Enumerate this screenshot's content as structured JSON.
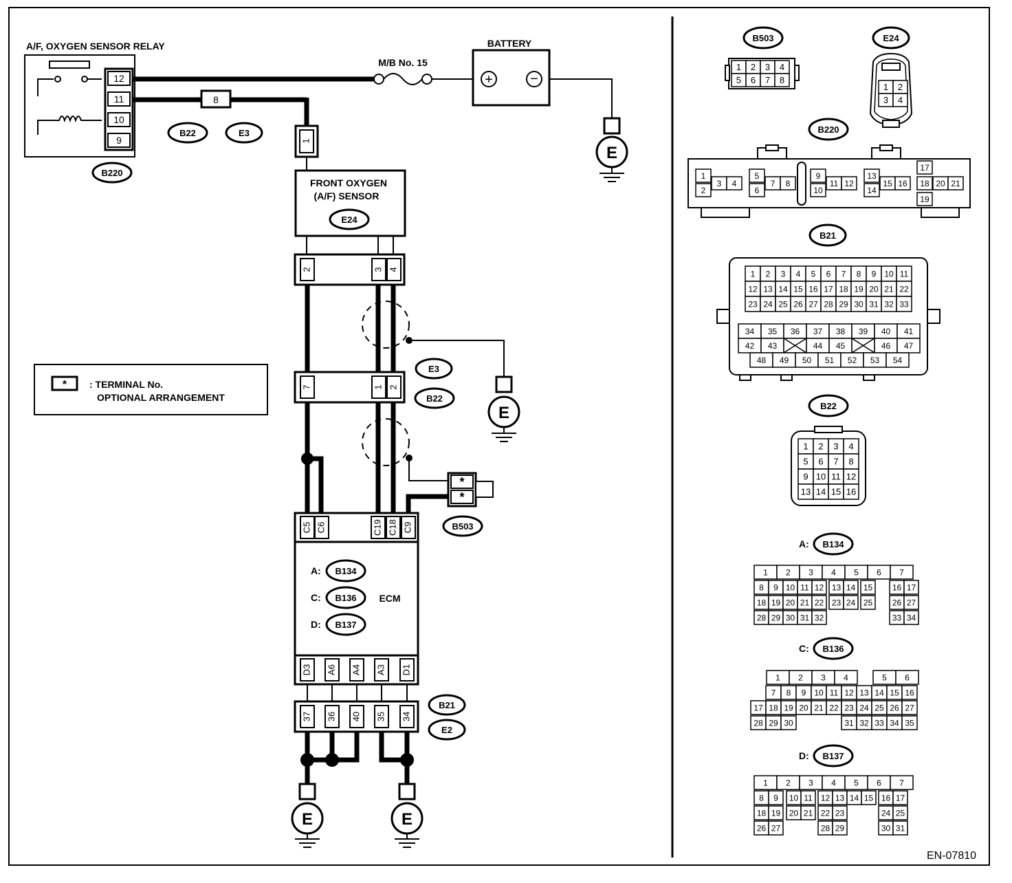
{
  "diagram_id": "EN-07810",
  "relay": {
    "title": "A/F, OXYGEN SENSOR RELAY",
    "connector": "B220",
    "pins": [
      "12",
      "11",
      "10",
      "9"
    ]
  },
  "fuse": {
    "label": "M/B No. 15"
  },
  "battery": {
    "label": "BATTERY",
    "plus": "+",
    "minus": "−"
  },
  "inline_pin": "8",
  "inline_connectors": [
    "B22",
    "E3"
  ],
  "sensor": {
    "title_line1": "FRONT OXYGEN",
    "title_line2": "(A/F) SENSOR",
    "connector": "E24",
    "top_pin": "1",
    "pins": [
      "2",
      "3",
      "4"
    ]
  },
  "joint_e3_b22": {
    "pins": [
      "7",
      "1",
      "2"
    ],
    "tags": [
      "E3",
      "B22"
    ]
  },
  "b503_pins": [
    "*",
    "*"
  ],
  "b503_tag": "B503",
  "ecm": {
    "label": "ECM",
    "top_pins": [
      "C5",
      "C6",
      "C19",
      "C18",
      "C9"
    ],
    "bottom_pins": [
      "D3",
      "A6",
      "A4",
      "A3",
      "D1"
    ],
    "connectors": [
      {
        "prefix": "A:",
        "name": "B134"
      },
      {
        "prefix": "C:",
        "name": "B136"
      },
      {
        "prefix": "D:",
        "name": "B137"
      }
    ]
  },
  "ground_joint": {
    "pins": [
      "37",
      "36",
      "40",
      "35",
      "34"
    ],
    "tags": [
      "B21",
      "E2"
    ]
  },
  "ground_label": "E",
  "legend": {
    "symbol": "*",
    "line1": ": TERMINAL No.",
    "line2": "OPTIONAL ARRANGEMENT"
  },
  "connector_views": {
    "b503": {
      "name": "B503",
      "rows": [
        [
          "1",
          "2",
          "3",
          "4"
        ],
        [
          "5",
          "6",
          "7",
          "8"
        ]
      ]
    },
    "e24": {
      "name": "E24",
      "rows": [
        [
          "1",
          "2"
        ],
        [
          "3",
          "4"
        ]
      ]
    },
    "b220": {
      "name": "B220",
      "blocks": [
        [
          "1",
          "2",
          "3",
          "4"
        ],
        [
          "5",
          "6",
          "7",
          "8"
        ],
        [
          "9",
          "10",
          "11",
          "12"
        ],
        [
          "13",
          "14",
          "15",
          "16"
        ],
        [
          "17",
          "18",
          "19",
          "20",
          "21"
        ]
      ]
    },
    "b21": {
      "name": "B21",
      "rows": [
        [
          "1",
          "2",
          "3",
          "4",
          "5",
          "6",
          "7",
          "8",
          "9",
          "10",
          "11"
        ],
        [
          "12",
          "13",
          "14",
          "15",
          "16",
          "17",
          "18",
          "19",
          "20",
          "21",
          "22"
        ],
        [
          "23",
          "24",
          "25",
          "26",
          "27",
          "28",
          "29",
          "30",
          "31",
          "32",
          "33"
        ]
      ],
      "lower_rows": [
        [
          "34",
          "35",
          "36",
          "37",
          "38",
          "39",
          "40",
          "41"
        ],
        [
          "42",
          "43",
          "",
          "44",
          "45",
          "",
          "46",
          "47"
        ],
        [
          "48",
          "49",
          "50",
          "51",
          "52",
          "53",
          "54"
        ]
      ]
    },
    "b22": {
      "name": "B22",
      "rows": [
        [
          "1",
          "2",
          "3",
          "4"
        ],
        [
          "5",
          "6",
          "7",
          "8"
        ],
        [
          "9",
          "10",
          "11",
          "12"
        ],
        [
          "13",
          "14",
          "15",
          "16"
        ]
      ]
    },
    "b134": {
      "prefix": "A:",
      "name": "B134",
      "rows": [
        [
          "1",
          "2",
          "3",
          "4",
          "5",
          "6",
          "7"
        ],
        [
          "8",
          "9",
          "10",
          "11",
          "12",
          "13",
          "14",
          "15",
          "16",
          "17"
        ],
        [
          "18",
          "19",
          "20",
          "21",
          "22",
          "23",
          "24",
          "25",
          "26",
          "27"
        ],
        [
          "28",
          "29",
          "30",
          "31",
          "32",
          "33",
          "34"
        ]
      ]
    },
    "b136": {
      "prefix": "C:",
      "name": "B136",
      "rows": [
        [
          "1",
          "2",
          "3",
          "4",
          "5",
          "6"
        ],
        [
          "7",
          "8",
          "9",
          "10",
          "11",
          "12",
          "13",
          "14",
          "15",
          "16"
        ],
        [
          "17",
          "18",
          "19",
          "20",
          "21",
          "22",
          "23",
          "24",
          "25",
          "26",
          "27"
        ],
        [
          "28",
          "29",
          "30",
          "31",
          "32",
          "33",
          "34",
          "35"
        ]
      ]
    },
    "b137": {
      "prefix": "D:",
      "name": "B137",
      "rows": [
        [
          "1",
          "2",
          "3",
          "4",
          "5",
          "6",
          "7"
        ],
        [
          "8",
          "9",
          "10",
          "11",
          "12",
          "13",
          "14",
          "15",
          "16",
          "17"
        ],
        [
          "18",
          "19",
          "20",
          "21",
          "22",
          "23",
          "24",
          "25"
        ],
        [
          "26",
          "27",
          "28",
          "29",
          "30",
          "31"
        ]
      ]
    }
  }
}
